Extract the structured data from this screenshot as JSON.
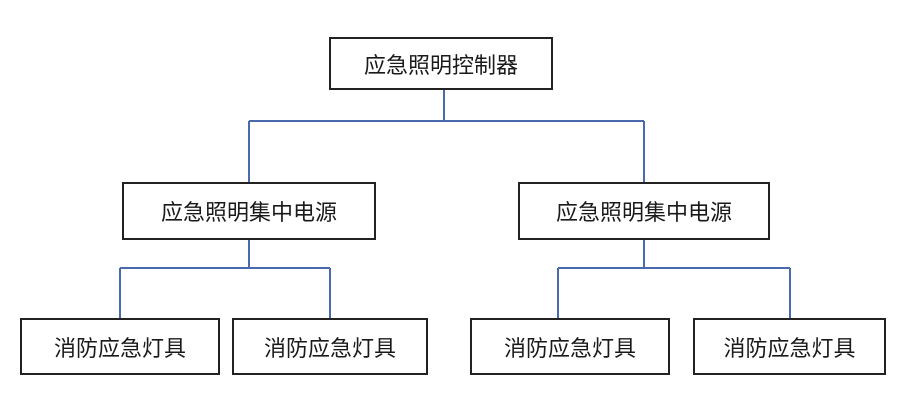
{
  "colors": {
    "connector": "#4a6aae",
    "box_border": "#222222",
    "text": "#1a1a1a"
  },
  "diagram": {
    "root": {
      "label": "应急照明控制器"
    },
    "power_supplies": [
      {
        "label": "应急照明集中电源",
        "fixtures": [
          {
            "label": "消防应急灯具"
          },
          {
            "label": "消防应急灯具"
          }
        ]
      },
      {
        "label": "应急照明集中电源",
        "fixtures": [
          {
            "label": "消防应急灯具"
          },
          {
            "label": "消防应急灯具"
          }
        ]
      }
    ]
  }
}
